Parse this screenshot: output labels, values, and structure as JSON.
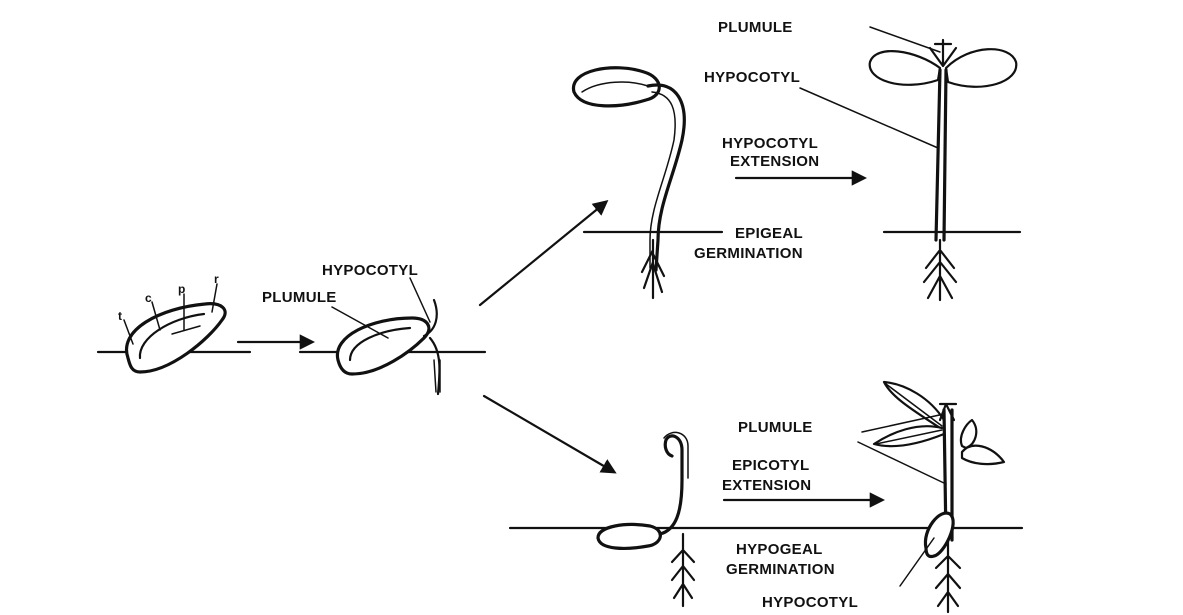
{
  "seed_parts": [
    "t",
    "c",
    "p",
    "r"
  ],
  "stage2": {
    "hypocotyl_label": "HYPOCOTYL",
    "plumule_label": "PLUMULE"
  },
  "epigeal": {
    "plumule_label": "PLUMULE",
    "hypocotyl_label": "HYPOCOTYL",
    "extension_line1": "HYPOCOTYL",
    "extension_line2": "EXTENSION",
    "germination_line1": "EPIGEAL",
    "germination_line2": "GERMINATION"
  },
  "hypogeal": {
    "plumule_label": "PLUMULE",
    "extension_line1": "EPICOTYL",
    "extension_line2": "EXTENSION",
    "germination_line1": "HYPOGEAL",
    "germination_line2": "GERMINATION",
    "hypocotyl_label": "HYPOCOTYL"
  }
}
